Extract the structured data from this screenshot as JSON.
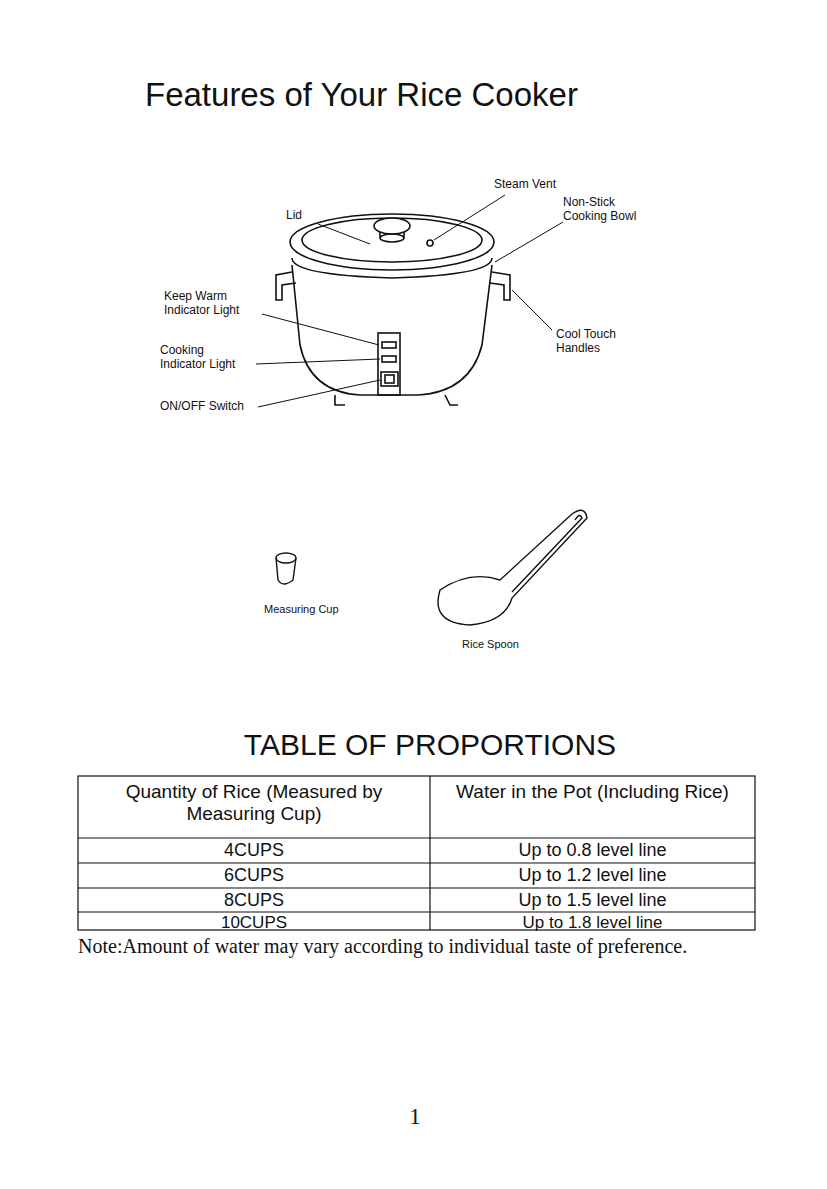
{
  "diagram": {
    "title": "Features of Your Rice Cooker",
    "labels": [
      "Lid",
      "Steam Vent",
      "Non-Stick Cooking Bowl",
      "Keep Warm Indicator Light",
      "Cooking Indicator Light",
      "Cool Touch Handles",
      "ON/OFF Switch",
      "Measuring Cup",
      "Rice Spoon",
      "TABLE OF PROPORTIONS",
      "Quantity of Rice (Measured by Measuring Cup)",
      "Water in the Pot (Including Rice)",
      "4CUPS",
      "Up to 0.8 level line",
      "6CUPS",
      "Up to 1.2 level line",
      "8CUPS",
      "Up to 1.5 level line",
      "10CUPS",
      "Up to 1.8 level line",
      "Note:Amount of water may vary according to individual taste of preference.",
      "1"
    ]
  }
}
